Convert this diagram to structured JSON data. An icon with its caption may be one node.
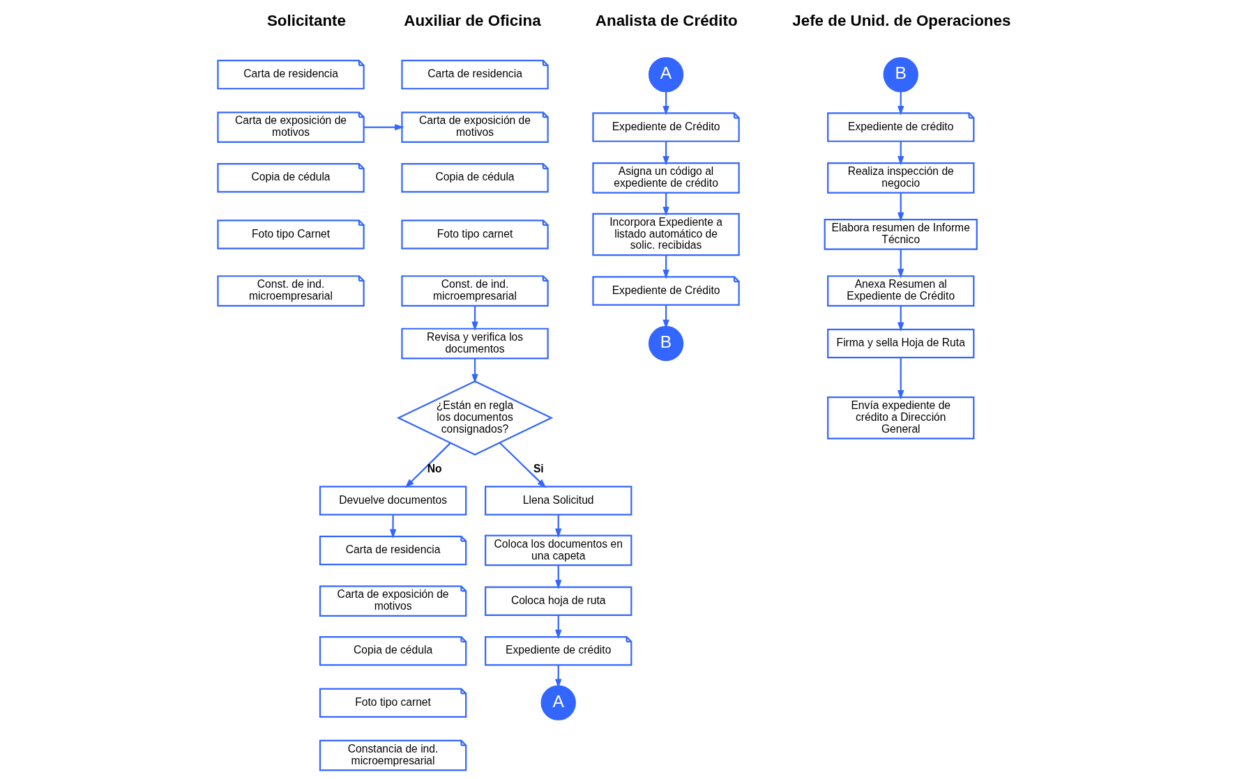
{
  "diagram": {
    "nodes": [
      {
        "text": [
          "Carta de residencia"
        ]
      },
      {
        "text": [
          "Carta de exposición de motivos"
        ]
      },
      {
        "text": [
          "Copia de cédula"
        ]
      },
      {
        "text": [
          "Foto tipo Carnet"
        ]
      },
      {
        "text": [
          "Const. de ind. microempresarial"
        ]
      },
      {
        "text": [
          "Carta de residencia"
        ]
      },
      {
        "text": [
          "Carta de exposición de motivos"
        ]
      },
      {
        "text": [
          "Copia de cédula"
        ]
      },
      {
        "text": [
          "Foto tipo carnet"
        ]
      },
      {
        "text": [
          "Const. de ind. microempresarial"
        ]
      },
      {
        "text": [
          "Revisa y verifica los documentos"
        ]
      },
      {
        "text": [
          "¿Están en regla los documentos consignados?"
        ]
      },
      {
        "text": [
          "Devuelve documentos"
        ]
      },
      {
        "text": [
          "Carta de residencia"
        ]
      },
      {
        "text": [
          "Carta de exposición de motivos"
        ]
      },
      {
        "text": [
          "Copia de cédula"
        ]
      },
      {
        "text": [
          "Foto tipo carnet"
        ]
      },
      {
        "text": [
          "Constancia de ind. microempresarial"
        ]
      },
      {
        "text": [
          "Llena Solicitud"
        ]
      },
      {
        "text": [
          "Coloca los documentos en una capeta"
        ]
      },
      {
        "text": [
          "Coloca hoja de ruta"
        ]
      },
      {
        "text": [
          "Expediente de crédito"
        ]
      },
      {
        "text": [
          "A"
        ]
      },
      {
        "text": [
          "A"
        ]
      },
      {
        "text": [
          "Expediente de Crédito"
        ]
      },
      {
        "text": [
          "Asigna un código al expediente de crédito"
        ]
      },
      {
        "text": [
          "Incorpora Expediente a listado automático de solic. recibidas"
        ]
      },
      {
        "text": [
          "Expediente de Crédito"
        ]
      },
      {
        "text": [
          "B"
        ]
      },
      {
        "text": [
          "B"
        ]
      },
      {
        "text": [
          "Expediente de crédito"
        ]
      },
      {
        "text": [
          "Realiza inspección de negocio"
        ]
      },
      {
        "text": [
          "Elabora resumen de Informe Técnico"
        ]
      },
      {
        "text": [
          "Anexa Resumen al Expediente de Crédito"
        ]
      },
      {
        "text": [
          "Firma y sella Hoja de Ruta"
        ]
      },
      {
        "text": [
          "Envía expediente de crédito a Dirección General"
        ]
      }
    ],
    "edges": [
      {
        "from": 1,
        "to": 6,
        "arrow": "to"
      },
      {
        "from": 9,
        "to": 10,
        "arrow": "to"
      },
      {
        "from": 10,
        "to": 11,
        "arrow": "to"
      },
      {
        "from": 11,
        "to": 12,
        "arrow": "to",
        "label": "No"
      },
      {
        "from": 12,
        "to": 13,
        "arrow": "to"
      },
      {
        "from": 11,
        "to": 18,
        "arrow": "to",
        "label": "Si"
      },
      {
        "from": 18,
        "to": 19,
        "arrow": "to"
      },
      {
        "from": 19,
        "to": 20,
        "arrow": "to"
      },
      {
        "from": 20,
        "to": 21,
        "arrow": "to"
      },
      {
        "from": 21,
        "to": 22,
        "arrow": "to"
      },
      {
        "from": 23,
        "to": 24,
        "arrow": "to"
      },
      {
        "from": 24,
        "to": 25,
        "arrow": "to"
      },
      {
        "from": 25,
        "to": 26,
        "arrow": "to"
      },
      {
        "from": 26,
        "to": 27,
        "arrow": "to"
      },
      {
        "from": 27,
        "to": 28,
        "arrow": "to"
      },
      {
        "from": 29,
        "to": 30,
        "arrow": "to"
      },
      {
        "from": 30,
        "to": 31,
        "arrow": "to"
      },
      {
        "from": 31,
        "to": 32,
        "arrow": "to"
      },
      {
        "from": 32,
        "to": 33,
        "arrow": "to"
      },
      {
        "from": 33,
        "to": 34,
        "arrow": "to"
      },
      {
        "from": 34,
        "to": 35,
        "arrow": "to"
      }
    ],
    "labels": [
      "Solicitante",
      "Auxiliar de Oficina",
      "Analista de Crédito",
      "Jefe de Unid. de Operaciones"
    ]
  }
}
